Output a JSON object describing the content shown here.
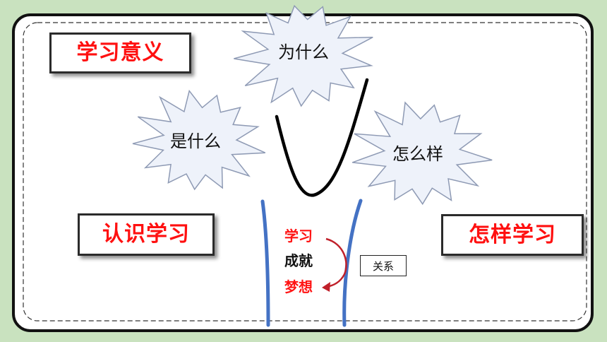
{
  "slide": {
    "labels": {
      "meaning": "学习意义",
      "know": "认识学习",
      "how_to": "怎样学习"
    },
    "bursts": {
      "why": "为什么",
      "what": "是什么",
      "how": "怎么样"
    },
    "stack": {
      "study": "学习",
      "achieve": "成就",
      "dream": "梦想"
    },
    "relation": "关系"
  },
  "colors": {
    "background": "#c9e2bf",
    "accent_red": "#ff1414",
    "burst_fill": "#eef2fa",
    "burst_stroke": "#8e9ab4",
    "blue_line": "#4472c4",
    "arrow_red": "#c0202a"
  }
}
